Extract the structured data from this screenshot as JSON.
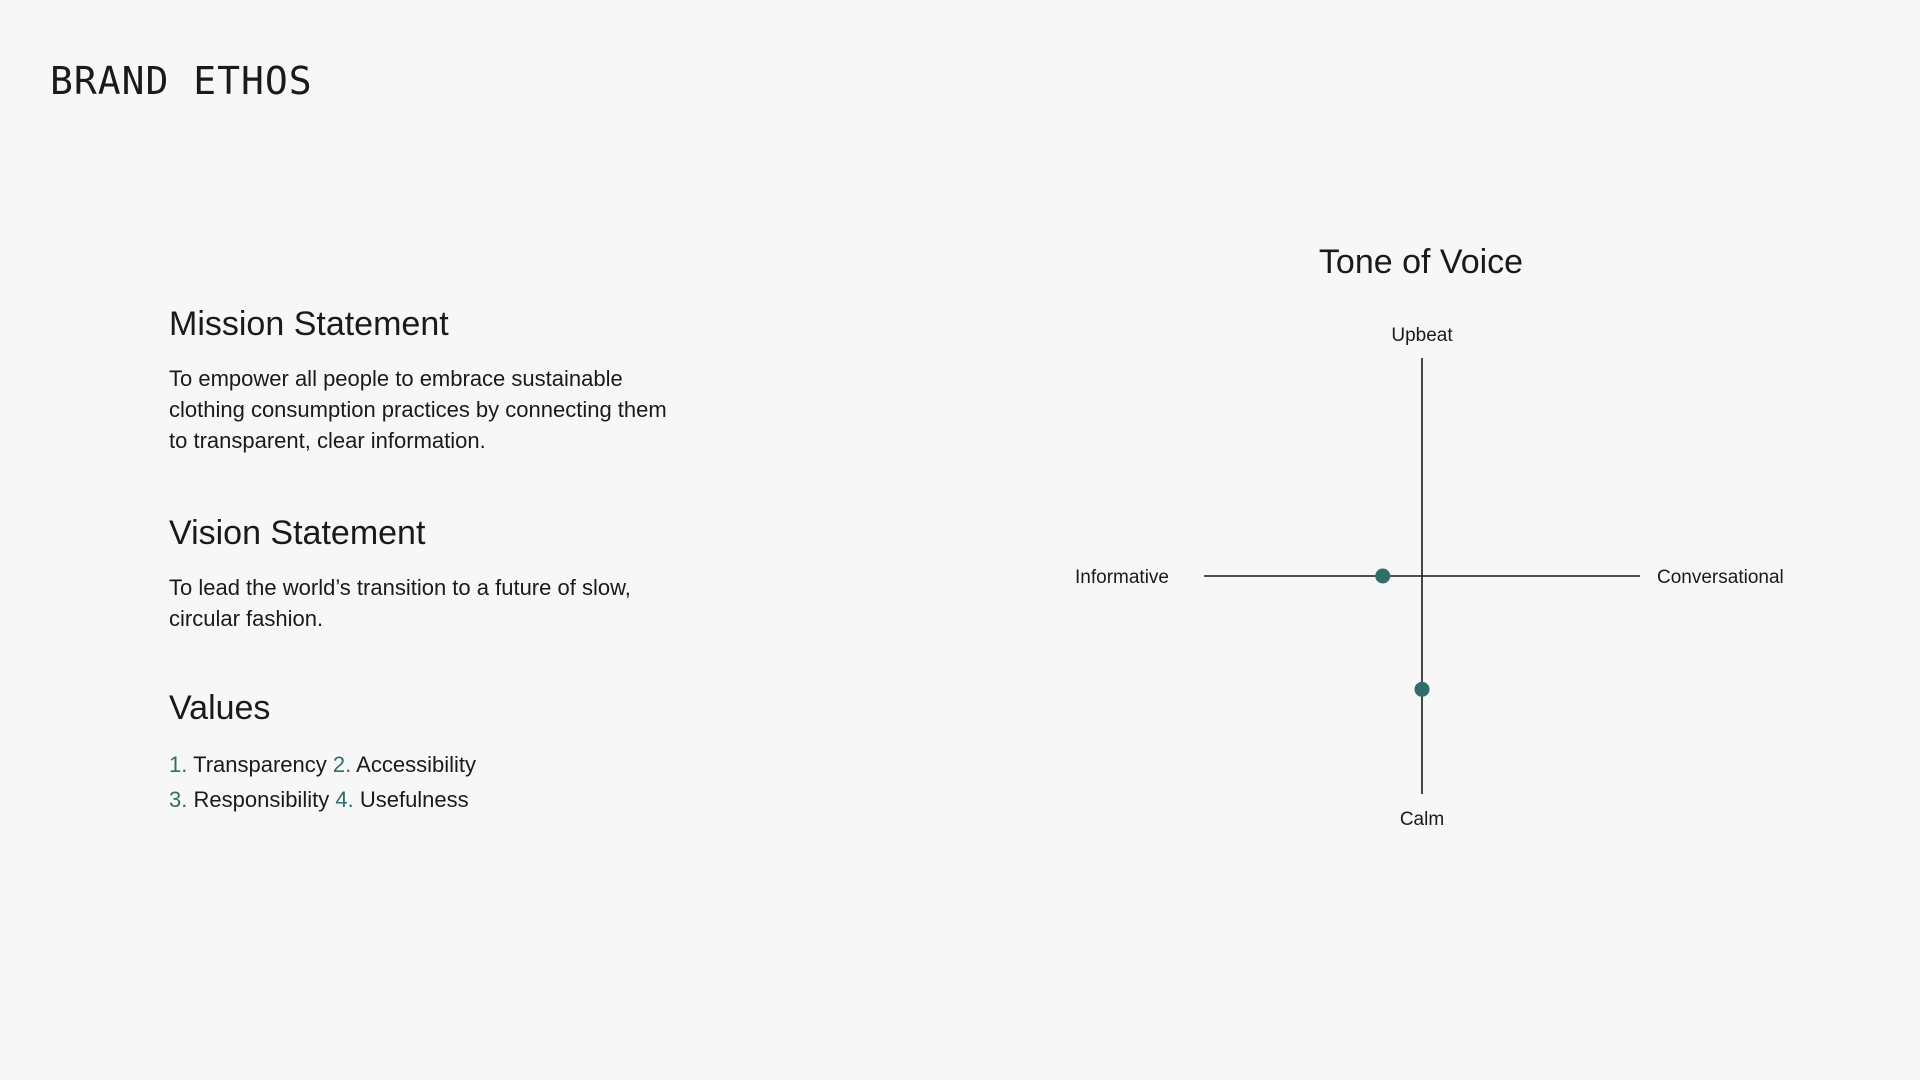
{
  "header": {
    "title": "BRAND ETHOS"
  },
  "mission": {
    "heading": "Mission Statement",
    "body": "To empower all people to embrace sustainable clothing consumption practices by connecting them to transparent, clear information."
  },
  "vision": {
    "heading": "Vision Statement",
    "body": "To lead the world’s transition to a future of slow, circular fashion."
  },
  "values": {
    "heading": "Values",
    "items": [
      {
        "num": "1.",
        "label": "Transparency"
      },
      {
        "num": "2.",
        "label": "Accessibility"
      },
      {
        "num": "3.",
        "label": "Responsibility"
      },
      {
        "num": "4.",
        "label": "Usefulness"
      }
    ]
  },
  "tone": {
    "title": "Tone of Voice",
    "axes": {
      "top": "Upbeat",
      "bottom": "Calm",
      "left": "Informative",
      "right": "Conversational"
    },
    "markers": [
      {
        "axis": "horizontal",
        "value": -0.18
      },
      {
        "axis": "vertical",
        "value": -0.52
      }
    ]
  },
  "colors": {
    "accent": "#2f6e69",
    "text": "#1a1a1a",
    "background": "#f8f7f8"
  }
}
